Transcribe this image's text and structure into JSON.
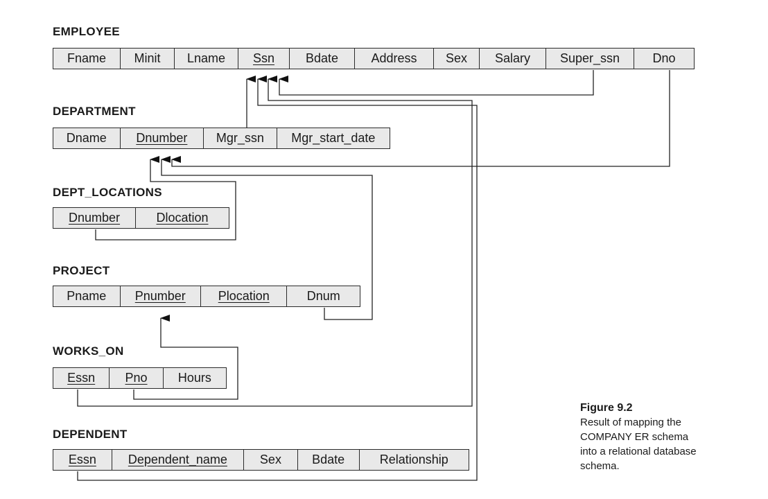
{
  "relations": [
    {
      "name": "EMPLOYEE",
      "attributes": [
        {
          "label": "Fname",
          "key": false
        },
        {
          "label": "Minit",
          "key": false
        },
        {
          "label": "Lname",
          "key": false
        },
        {
          "label": "Ssn",
          "key": true
        },
        {
          "label": "Bdate",
          "key": false
        },
        {
          "label": "Address",
          "key": false
        },
        {
          "label": "Sex",
          "key": false
        },
        {
          "label": "Salary",
          "key": false
        },
        {
          "label": "Super_ssn",
          "key": false
        },
        {
          "label": "Dno",
          "key": false
        }
      ]
    },
    {
      "name": "DEPARTMENT",
      "attributes": [
        {
          "label": "Dname",
          "key": false
        },
        {
          "label": "Dnumber",
          "key": true
        },
        {
          "label": "Mgr_ssn",
          "key": false
        },
        {
          "label": "Mgr_start_date",
          "key": false
        }
      ]
    },
    {
      "name": "DEPT_LOCATIONS",
      "attributes": [
        {
          "label": "Dnumber",
          "key": true
        },
        {
          "label": "Dlocation",
          "key": true
        }
      ]
    },
    {
      "name": "PROJECT",
      "attributes": [
        {
          "label": "Pname",
          "key": false
        },
        {
          "label": "Pnumber",
          "key": true
        },
        {
          "label": "Plocation",
          "key": true
        },
        {
          "label": "Dnum",
          "key": false
        }
      ]
    },
    {
      "name": "WORKS_ON",
      "attributes": [
        {
          "label": "Essn",
          "key": true
        },
        {
          "label": "Pno",
          "key": true
        },
        {
          "label": "Hours",
          "key": false
        }
      ]
    },
    {
      "name": "DEPENDENT",
      "attributes": [
        {
          "label": "Essn",
          "key": true
        },
        {
          "label": "Dependent_name",
          "key": true
        },
        {
          "label": "Sex",
          "key": false
        },
        {
          "label": "Bdate",
          "key": false
        },
        {
          "label": "Relationship",
          "key": false
        }
      ]
    }
  ],
  "foreign_keys": [
    {
      "from": "EMPLOYEE.Super_ssn",
      "to": "EMPLOYEE.Ssn"
    },
    {
      "from": "DEPARTMENT.Mgr_ssn",
      "to": "EMPLOYEE.Ssn"
    },
    {
      "from": "WORKS_ON.Essn",
      "to": "EMPLOYEE.Ssn"
    },
    {
      "from": "DEPENDENT.Essn",
      "to": "EMPLOYEE.Ssn"
    },
    {
      "from": "EMPLOYEE.Dno",
      "to": "DEPARTMENT.Dnumber"
    },
    {
      "from": "DEPT_LOCATIONS.Dnumber",
      "to": "DEPARTMENT.Dnumber"
    },
    {
      "from": "PROJECT.Dnum",
      "to": "DEPARTMENT.Dnumber"
    },
    {
      "from": "WORKS_ON.Pno",
      "to": "PROJECT.Pnumber"
    }
  ],
  "caption": {
    "figure": "Figure 9.2",
    "lines": [
      "Result of mapping the",
      "COMPANY ER schema",
      "into a relational database",
      "schema."
    ]
  }
}
